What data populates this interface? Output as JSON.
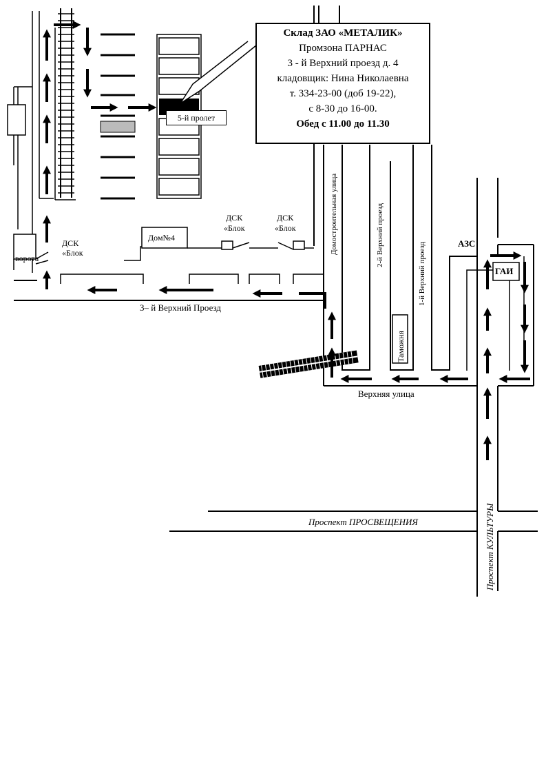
{
  "info": {
    "title": "Склад ЗАО «МЕТАЛИК»",
    "zone": "Промзона ПАРНАС",
    "address": "3 - й Верхний проезд д. 4",
    "keeper": "кладовщик: Нина Николаевна",
    "phone": "т. 334-23-00 (доб 19-22),",
    "hours": "с 8-30 до 16-00.",
    "lunch": "Обед   с 11.00 до 11.30"
  },
  "labels": {
    "bay": "5-й пролет",
    "house": "Дом№4",
    "gate": "ворота",
    "dsk": "ДСК",
    "blok": "«Блок",
    "azs": "АЗС",
    "gai": "ГАИ",
    "customs": "Таможня"
  },
  "streets": {
    "third": "3– й Верхний Проезд",
    "upper": "Верхняя улица",
    "prosv": "Проспект  ПРОСВЕЩЕНИЯ",
    "kult": "Проспект КУЛЬТУРЫ",
    "domostr": "Домостроительная улица",
    "second": "2-й Верхний проезд",
    "first": "1-й Верхний проезд"
  }
}
